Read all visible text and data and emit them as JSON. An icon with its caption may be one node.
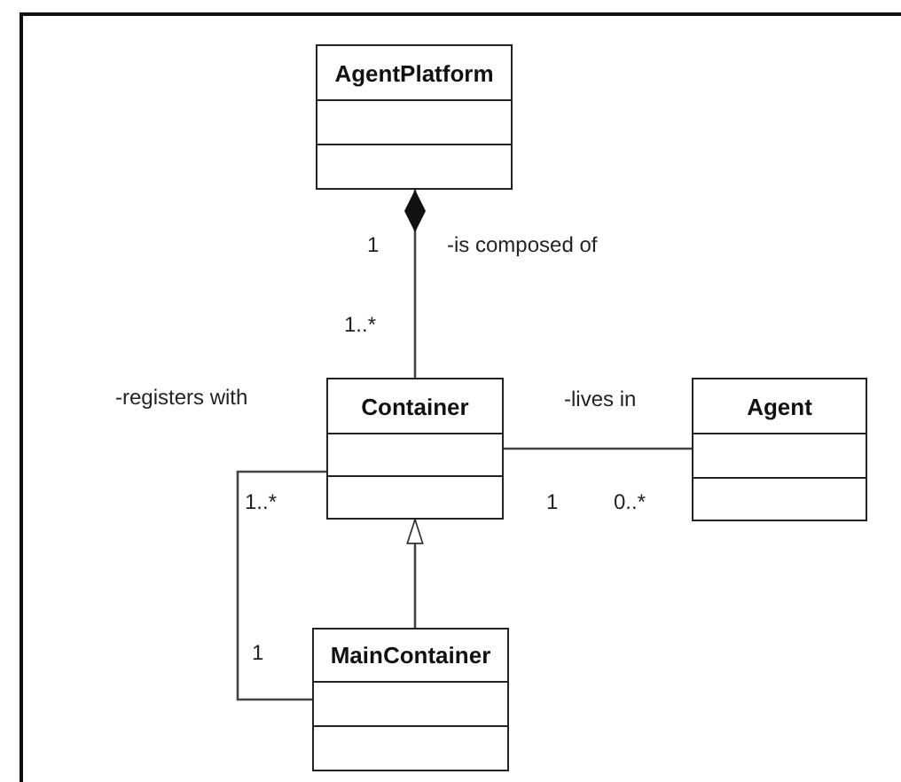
{
  "diagram": {
    "nodes": [
      {
        "text": [
          "AgentPlatform"
        ]
      },
      {
        "text": [
          "Container"
        ]
      },
      {
        "text": [
          "Agent"
        ]
      },
      {
        "text": [
          "MainContainer"
        ]
      }
    ],
    "edges": [
      {
        "from": 0,
        "to": 1,
        "arrow": "other",
        "label": "-is composed of"
      },
      {
        "from": 1,
        "to": 2,
        "arrow": "none",
        "label": "-lives in"
      },
      {
        "from": 3,
        "to": 1,
        "arrow": "to"
      },
      {
        "from": 1,
        "to": 3,
        "arrow": "none",
        "label": "-registers with"
      }
    ],
    "labels": [
      "1",
      "1..*",
      "1..*",
      "1",
      "0..*",
      "1"
    ]
  }
}
